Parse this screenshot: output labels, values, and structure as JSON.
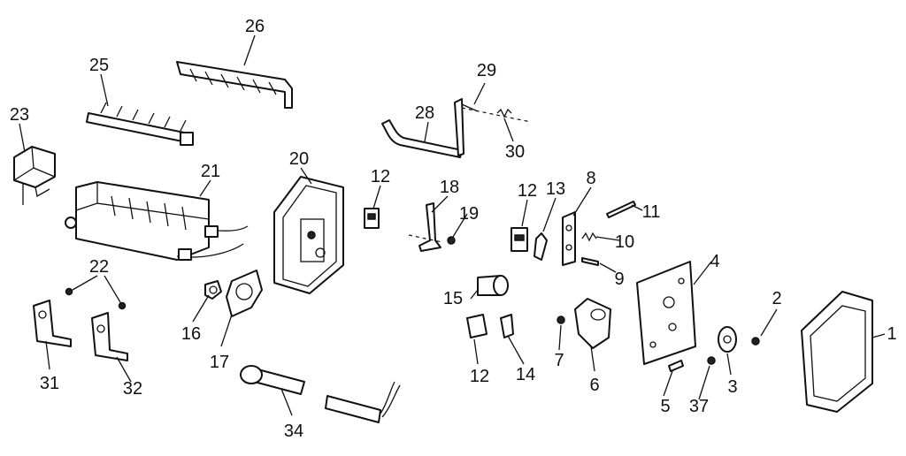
{
  "labels": {
    "l1": "1",
    "l2": "2",
    "l3": "3",
    "l4": "4",
    "l5": "5",
    "l6": "6",
    "l7": "7",
    "l8": "8",
    "l9": "9",
    "l10": "10",
    "l11": "11",
    "l12a": "12",
    "l12b": "12",
    "l12c": "12",
    "l13": "13",
    "l14": "14",
    "l15": "15",
    "l16": "16",
    "l17": "17",
    "l18": "18",
    "l19": "19",
    "l20": "20",
    "l21": "21",
    "l22": "22",
    "l23": "23",
    "l25": "25",
    "l26": "26",
    "l28": "28",
    "l29": "29",
    "l30": "30",
    "l31": "31",
    "l32": "32",
    "l34": "34",
    "l37": "37"
  }
}
